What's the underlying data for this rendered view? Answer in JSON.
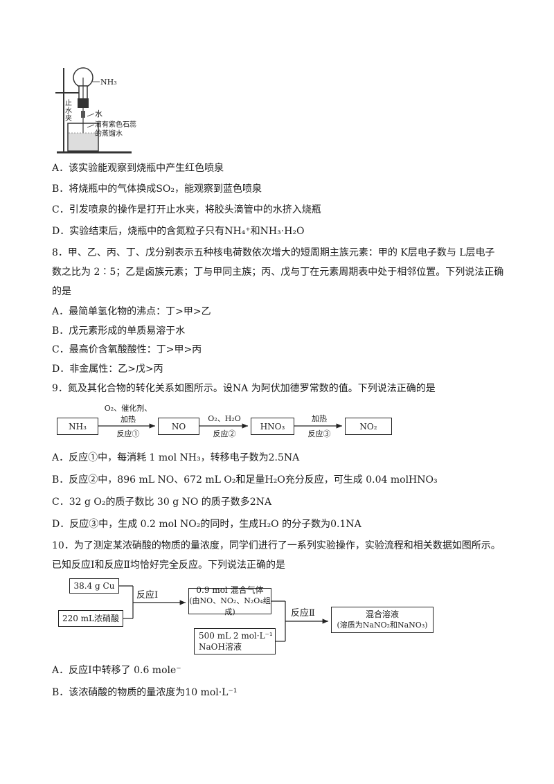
{
  "apparatus": {
    "nh3": "NH₃",
    "clamp": "止水夹",
    "water": "水",
    "solution": "滴有紫色石蕊的蒸馏水"
  },
  "q7": {
    "options": [
      "A．该实验能观察到烧瓶中产生红色喷泉",
      "B．将烧瓶中的气体换成SO₂，能观察到蓝色喷泉",
      "C．引发喷泉的操作是打开止水夹，将胶头滴管中的水挤入烧瓶",
      "D．实验结束后，烧瓶中的含氮粒子只有NH₄⁺和NH₃·H₂O"
    ]
  },
  "q8": {
    "stem_line1": "8．甲、乙、丙、丁、戊分别表示五种核电荷数依次增大的短周期主族元素：甲的 K层电子数与 L层电子",
    "stem_line2": "数之比为 2∶5；乙是卤族元素；丁与甲同主族；丙、戊与丁在元素周期表中处于相邻位置。下列说法正确",
    "stem_line3": "的是",
    "options": [
      "A．最简单氢化物的沸点：丁>甲>乙",
      "B．戊元素形成的单质易溶于水",
      "C．最高价含氧酸酸性：丁>甲>丙",
      "D．非金属性：乙>戊>丙"
    ]
  },
  "q9": {
    "stem": "9．氮及其化合物的转化关系如图所示。设NA 为阿伏加德罗常数的值。下列说法正确的是",
    "flow": {
      "boxes": [
        "NH₃",
        "NO",
        "HNO₃",
        "NO₂"
      ],
      "cond1_top": "O₂、催化剂、",
      "cond1_mid": "加热",
      "cond1_bottom": "反应①",
      "cond2_top": "O₂、H₂O",
      "cond2_bottom": "反应②",
      "cond3_top": "加热",
      "cond3_bottom": "反应③"
    },
    "options": [
      "A．反应①中，每消耗 1 mol NH₃，转移电子数为2.5NA",
      "B．反应②中，896 mL NO、672 mL O₂和足量H₂O充分反应，可生成 0.04 molHNO₃",
      "C．32 g O₂的质子数比 30 g NO 的质子数多2NA",
      "D．反应③中，生成 0.2 mol NO₂的同时，生成H₂O 的分子数为0.1NA"
    ]
  },
  "q10": {
    "stem_line1": "10．为了测定某浓硝酸的物质的量浓度，同学们进行了一系列实验操作，实验流程和相关数据如图所示。",
    "stem_line2": "已知反应Ⅰ和反应Ⅱ均恰好完全反应。下列说法正确的是",
    "flow": {
      "cu": "38.4 g Cu",
      "acid": "220 mL浓硝酸",
      "r1": "反应Ⅰ",
      "gas_line1": "0.9 mol 混合气体",
      "gas_line2": "(由NO、NO₂、N₂O₄组成)",
      "naoh_line1": "500 mL 2 mol·L⁻¹",
      "naoh_line2": "NaOH溶液",
      "r2": "反应Ⅱ",
      "sol_line1": "混合溶液",
      "sol_line2": "(溶质为NaNO₂和NaNO₃)"
    },
    "options": [
      "A．反应Ⅰ中转移了 0.6 mole⁻",
      "B．该浓硝酸的物质的量浓度为10 mol·L⁻¹"
    ]
  }
}
